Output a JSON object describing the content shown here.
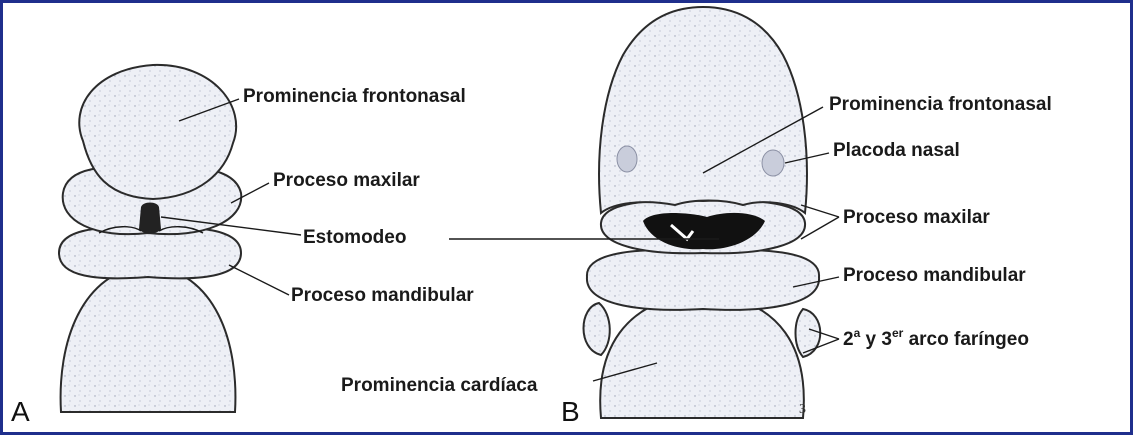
{
  "figure_a": {
    "panel_letter": "A",
    "labels": {
      "frontonasal": "Prominencia frontonasal",
      "maxilar": "Proceso maxilar",
      "estomodeo": "Estomodeo",
      "mandibular": "Proceso mandibular"
    }
  },
  "figure_b": {
    "panel_letter": "B",
    "labels": {
      "frontonasal": "Prominencia frontonasal",
      "placoda": "Placoda nasal",
      "maxilar": "Proceso maxilar",
      "mandibular": "Proceso mandibular",
      "arcos_pre": "2",
      "arcos_sup1": "a",
      "arcos_mid": " y 3",
      "arcos_sup2": "er",
      "arcos_post": " arco faríngeo",
      "cardiaca": "Prominencia cardíaca"
    },
    "signature_mark": "3"
  },
  "colors": {
    "frame": "#1f2f8c",
    "tissue": "#eef0f6",
    "outline": "#2b2b2b",
    "mouth": "#111111"
  }
}
